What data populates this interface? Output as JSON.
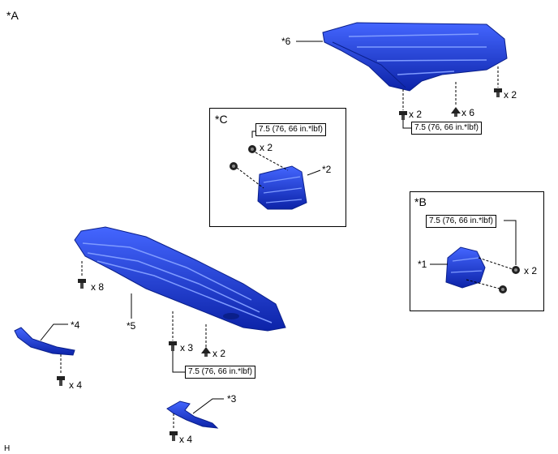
{
  "view_label": "*A",
  "footer_mark": "H",
  "colors": {
    "part_blue": "#1f3fd6",
    "part_dark": "#0a1f8a",
    "part_light": "#5d7cff",
    "line": "#000000"
  },
  "insets": {
    "c": {
      "label": "*C"
    },
    "b": {
      "label": "*B"
    }
  },
  "parts": {
    "p1": "*1",
    "p2": "*2",
    "p3": "*3",
    "p4": "*4",
    "p5": "*5",
    "p6": "*6"
  },
  "torques": {
    "t_top": "7.5 (76, 66 in.*lbf)",
    "t_c": "7.5 (76, 66 in.*lbf)",
    "t_b": "7.5 (76, 66 in.*lbf)",
    "t_bottom": "7.5 (76, 66 in.*lbf)"
  },
  "counts": {
    "c6_left": "x 2",
    "c6_mid": "x 6",
    "c6_right": "x 2",
    "c_c": "x 2",
    "c_b": "x 2",
    "c5_left": "x 8",
    "c5_mid": "x 3",
    "c5_right": "x 2",
    "c4": "x 4",
    "c3": "x 4"
  },
  "fastener_icons": [
    "bolt-icon",
    "clip-icon",
    "screw-icon"
  ]
}
